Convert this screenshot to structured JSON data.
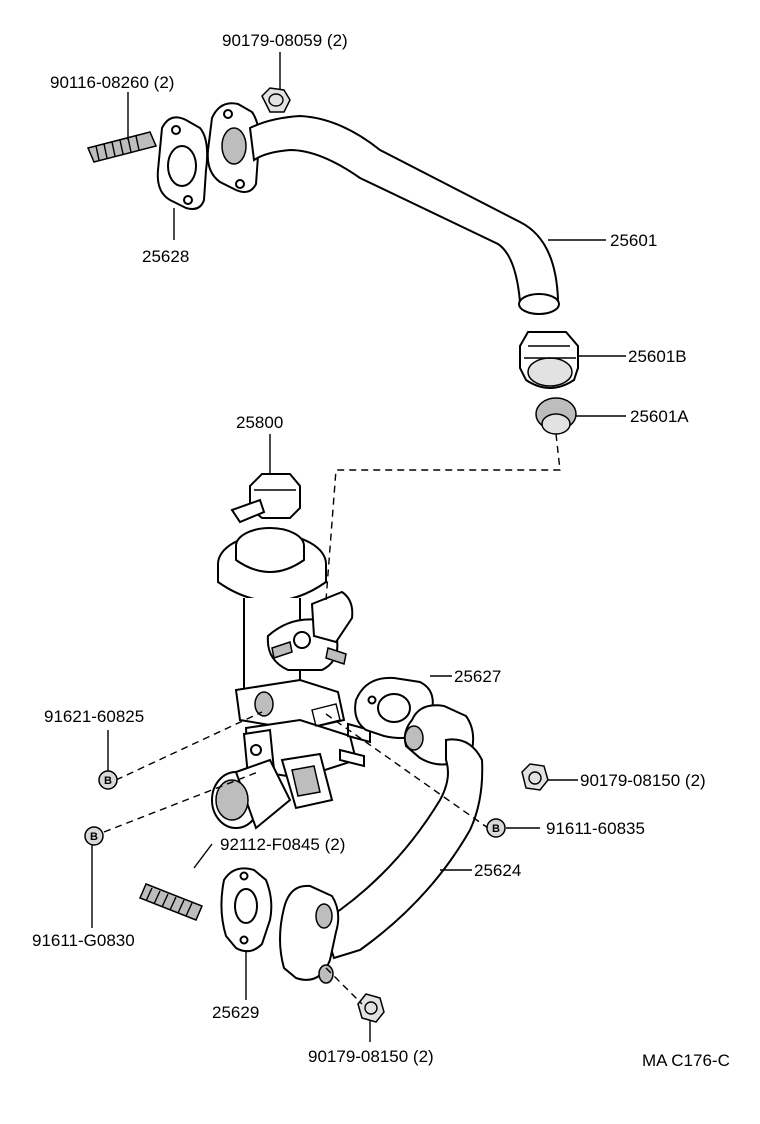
{
  "labels": {
    "nut_top": "90179-08059 (2)",
    "stud_top": "90116-08260 (2)",
    "gasket_25628": "25628",
    "pipe_25601": "25601",
    "nut_25601b": "25601B",
    "sleeve_25601a": "25601A",
    "valve_25800": "25800",
    "bolt_91621": "91621-60825",
    "gasket_25627": "25627",
    "nut_right": "90179-08150 (2)",
    "bolt_91611_60835": "91611-60835",
    "stud_92112": "92112-F0845 (2)",
    "pipe_25624": "25624",
    "bolt_91611_g0830": "91611-G0830",
    "gasket_25629": "25629",
    "nut_bottom": "90179-08150 (2)",
    "figure_code": "MA C176-C"
  },
  "badge_letter": "B"
}
